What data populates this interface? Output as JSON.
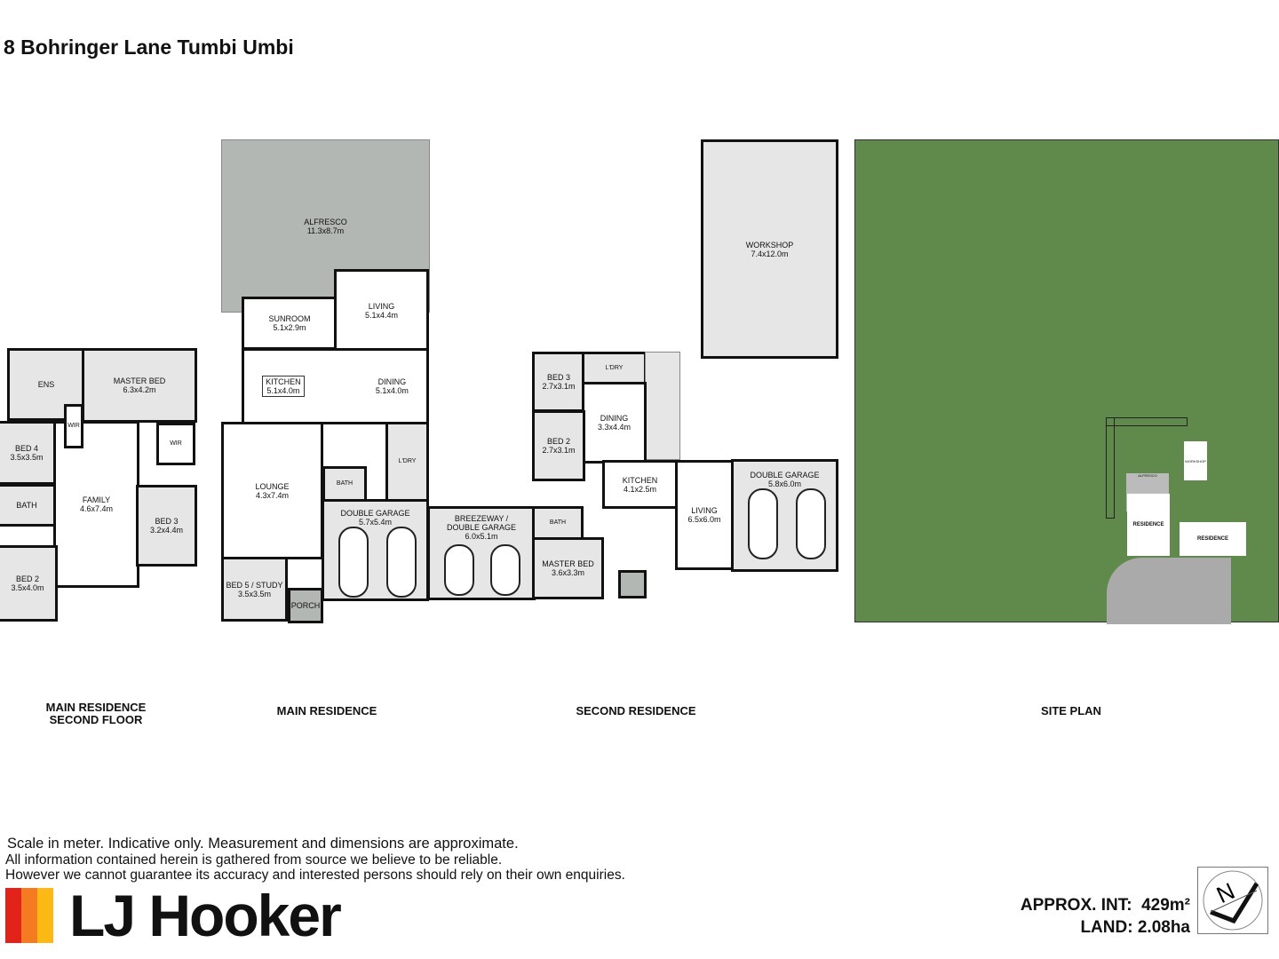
{
  "title": "8 Bohringer Lane Tumbi Umbi",
  "sections": {
    "second_floor": "MAIN RESIDENCE\nSECOND FLOOR",
    "main": "MAIN RESIDENCE",
    "second": "SECOND RESIDENCE",
    "site": "SITE PLAN"
  },
  "second_floor": [
    {
      "name": "ENS",
      "dim": ""
    },
    {
      "name": "MASTER BED",
      "dim": "6.3x4.2m"
    },
    {
      "name": "BED 4",
      "dim": "3.5x3.5m"
    },
    {
      "name": "BATH",
      "dim": ""
    },
    {
      "name": "FAMILY",
      "dim": "4.6x7.4m"
    },
    {
      "name": "BED 3",
      "dim": "3.2x4.4m"
    },
    {
      "name": "BED 2",
      "dim": "3.5x4.0m"
    },
    {
      "name": "WIR",
      "dim": ""
    },
    {
      "name": "WIR",
      "dim": ""
    }
  ],
  "main": [
    {
      "name": "ALFRESCO",
      "dim": "11.3x8.7m"
    },
    {
      "name": "SUNROOM",
      "dim": "5.1x2.9m"
    },
    {
      "name": "LIVING",
      "dim": "5.1x4.4m"
    },
    {
      "name": "KITCHEN",
      "dim": "5.1x4.0m"
    },
    {
      "name": "DINING",
      "dim": "5.1x4.0m"
    },
    {
      "name": "LOUNGE",
      "dim": "4.3x7.4m"
    },
    {
      "name": "BED 5 / STUDY",
      "dim": "3.5x3.5m"
    },
    {
      "name": "PORCH",
      "dim": ""
    },
    {
      "name": "DOUBLE GARAGE",
      "dim": "5.7x5.4m"
    },
    {
      "name": "BATH",
      "dim": ""
    },
    {
      "name": "L'DRY",
      "dim": ""
    }
  ],
  "second": [
    {
      "name": "BREEZEWAY / DOUBLE GARAGE",
      "dim": "6.0x5.1m"
    },
    {
      "name": "BED 3",
      "dim": "2.7x3.1m"
    },
    {
      "name": "L'DRY",
      "dim": ""
    },
    {
      "name": "DINING",
      "dim": "3.3x4.4m"
    },
    {
      "name": "BED 2",
      "dim": "2.7x3.1m"
    },
    {
      "name": "BATH",
      "dim": ""
    },
    {
      "name": "KITCHEN",
      "dim": "4.1x2.5m"
    },
    {
      "name": "MASTER BED",
      "dim": "3.6x3.3m"
    },
    {
      "name": "LIVING",
      "dim": "6.5x6.0m"
    },
    {
      "name": "DOUBLE GARAGE",
      "dim": "5.8x6.0m"
    },
    {
      "name": "WORKSHOP",
      "dim": "7.4x12.0m"
    }
  ],
  "site": {
    "labels": [
      "ALFRESCO",
      "WORKSHOP",
      "RESIDENCE",
      "RESIDENCE"
    ],
    "grass_color": "#5f8a4b"
  },
  "notes": [
    "Scale in meter. Indicative only. Measurement and dimensions are approximate.",
    "All information contained herein is gathered from source we believe to be reliable.",
    "However we cannot guarantee its accuracy and interested persons should rely on their own enquiries."
  ],
  "stats": {
    "int_label": "APPROX. INT:",
    "int_value": "429m²",
    "land_label": "LAND:",
    "land_value": "2.08ha"
  },
  "logo": {
    "text": "LJ Hooker",
    "colors": [
      "#e2231a",
      "#f47b20",
      "#fdb913"
    ]
  },
  "compass": {
    "letter": "N",
    "icon": "north-arrow-icon"
  }
}
